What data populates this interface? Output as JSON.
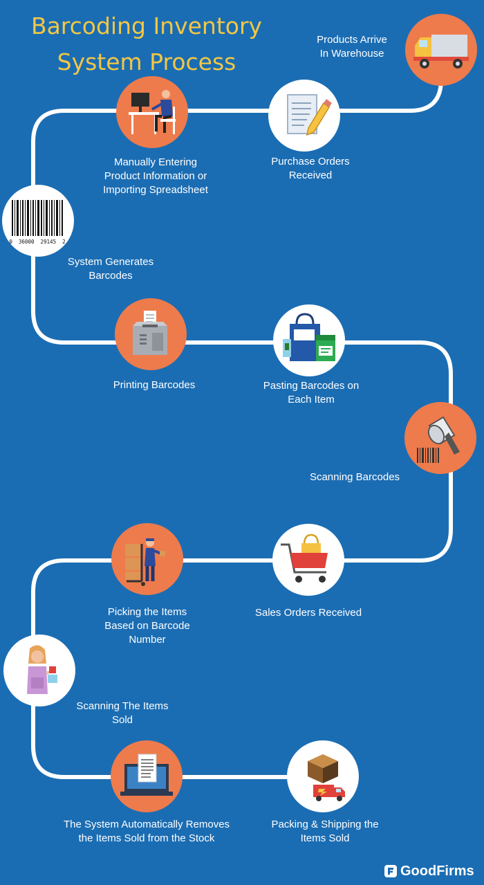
{
  "title": {
    "line1": "Barcoding Inventory",
    "line2": "System Process"
  },
  "steps": [
    {
      "label": "Products Arrive\nIn Warehouse",
      "icon": "delivery-truck-icon"
    },
    {
      "label": "Purchase Orders\nReceived",
      "icon": "document-pencil-icon"
    },
    {
      "label": "Manually Entering\nProduct Information or\nImporting Spreadsheet",
      "icon": "person-at-computer-icon"
    },
    {
      "label": "System Generates\nBarcodes",
      "icon": "barcode-icon",
      "barcode_digits": "0  36000  29145  2"
    },
    {
      "label": "Printing Barcodes",
      "icon": "label-printer-icon"
    },
    {
      "label": "Pasting Barcodes on\nEach Item",
      "icon": "shopping-bag-jar-icon"
    },
    {
      "label": "Scanning Barcodes",
      "icon": "barcode-scanner-icon"
    },
    {
      "label": "Sales Orders Received",
      "icon": "shopping-cart-icon"
    },
    {
      "label": "Picking the Items\nBased on Barcode\nNumber",
      "icon": "warehouse-worker-icon"
    },
    {
      "label": "Scanning The Items\nSold",
      "icon": "cashier-icon"
    },
    {
      "label": "The System Automatically Removes\nthe Items Sold from the Stock",
      "icon": "laptop-document-icon"
    },
    {
      "label": "Packing & Shipping the\nItems Sold",
      "icon": "box-truck-icon"
    }
  ],
  "brand": {
    "name": "GoodFirms"
  },
  "colors": {
    "background": "#1b6db3",
    "title": "#f2c744",
    "node_orange": "#ee7b4c",
    "node_white": "#ffffff",
    "path": "#ffffff"
  }
}
